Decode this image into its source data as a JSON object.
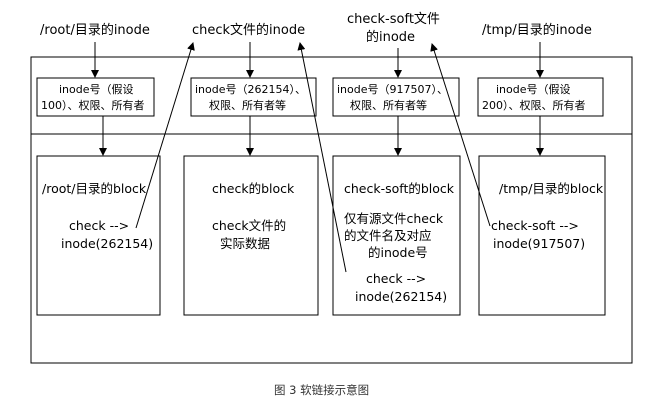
{
  "labels": {
    "root_inode": "/root/目录的inode",
    "check_inode": "check文件的inode",
    "checksoft_inode_1": "check-soft文件",
    "checksoft_inode_2": "的inode",
    "tmp_inode": "/tmp/目录的inode"
  },
  "inode_boxes": [
    {
      "line1": "inode号（假设",
      "line2": "100）、权限、所有者"
    },
    {
      "line1": "inode号（262154）、",
      "line2": "权限、所有者等"
    },
    {
      "line1": "inode号（917507）、",
      "line2": "权限、所有者等"
    },
    {
      "line1": "inode号（假设",
      "line2": "200）、权限、所有者"
    }
  ],
  "blocks": [
    {
      "title": "/root/目录的block",
      "l1": "check -->",
      "l2": "inode(262154)"
    },
    {
      "title": "check的block",
      "l1": "check文件的",
      "l2": "实际数据"
    },
    {
      "title": "check-soft的block",
      "l1": "仅有源文件check",
      "l2": "的文件名及对应",
      "l3": "的inode号",
      "l4": "check -->",
      "l5": "inode(262154)"
    },
    {
      "title": "/tmp/目录的block",
      "l1": "check-soft -->",
      "l2": "inode(917507)"
    }
  ],
  "caption": "图 3 软链接示意图"
}
